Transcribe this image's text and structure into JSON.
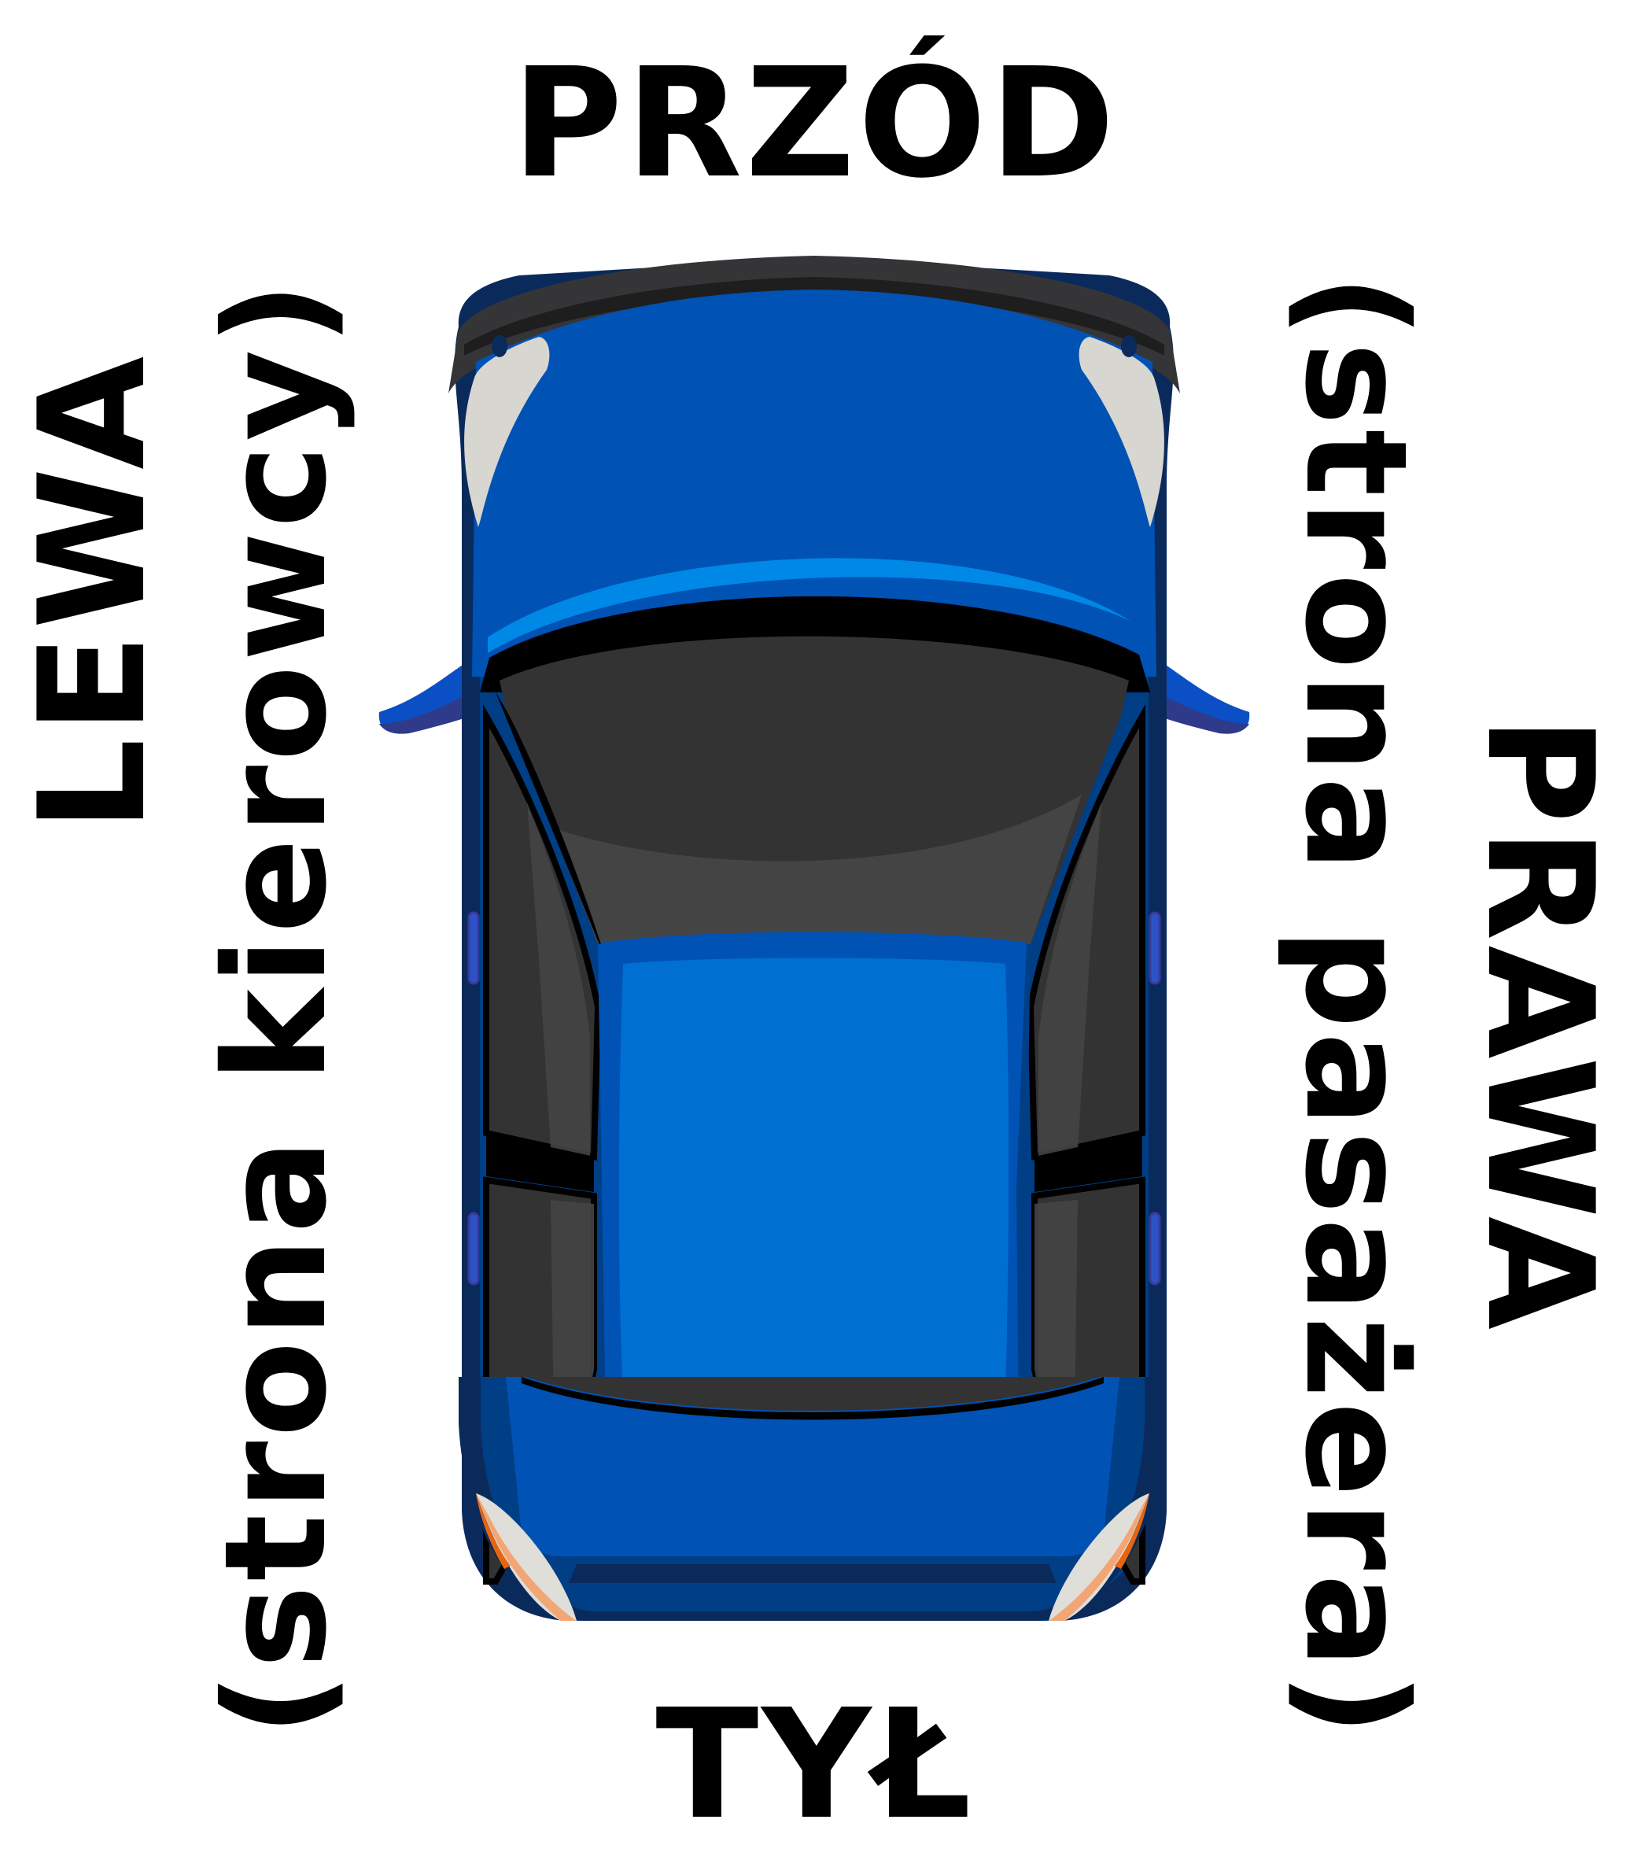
{
  "diagram": {
    "title": "Car orientation diagram (top view)",
    "labels": {
      "front": "PRZÓD",
      "rear": "TYŁ",
      "left": "LEWA",
      "left_sub": "(strona kierowcy)",
      "right": "PRAWA",
      "right_sub": "(strona pasażera)"
    },
    "car": {
      "view": "top-down",
      "colors": {
        "body_main": "#0052b4",
        "body_dark": "#0b2a5c",
        "body_mid": "#003f86",
        "roof": "#006fd2",
        "glass_dark": "#333333",
        "glass_light": "#444444",
        "bumper": "#353538",
        "headlight": "#d8d6d0",
        "taillight_orange": "#e8650e",
        "taillight_light": "#f2a675",
        "mirror": "#0a4fc4",
        "mirror_shade": "#2f3a8a",
        "accent_stripe": "#0088e6",
        "frame_black": "#000000"
      }
    }
  }
}
